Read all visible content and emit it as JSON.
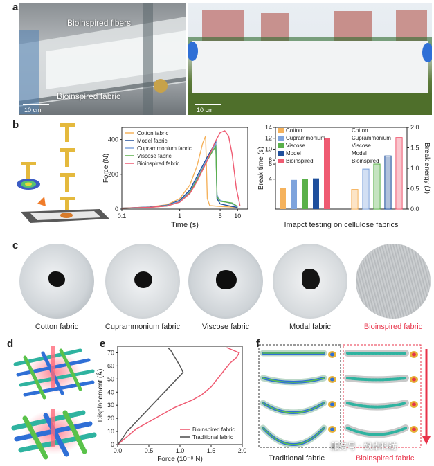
{
  "panel_a": {
    "letter": "a",
    "left_photo": {
      "label_fibers": "Bioinspired fibers",
      "label_fabric": "Bioinspired fabric",
      "scale": "10 cm"
    },
    "right_photo": {
      "scale": "10 cm"
    }
  },
  "panel_b": {
    "letter": "b"
  },
  "panel_c": {
    "letter": "c",
    "fabrics": [
      "Cotton fabric",
      "Cuprammonium fabric",
      "Viscose fabric",
      "Modal fabric",
      "Bioinspired fabric"
    ],
    "highlight_color": "#e8334a"
  },
  "panel_d": {
    "letter": "d"
  },
  "panel_e": {
    "letter": "e"
  },
  "panel_f": {
    "letter": "f",
    "left_label": "Traditional fabric",
    "right_label": "Bioinspired fabric"
  },
  "watermark": "服务号 · 飒卓科纺",
  "chart_data": [
    {
      "id": "force-time",
      "type": "line",
      "xlabel": "Time (s)",
      "ylabel": "Force (N)",
      "xscale": "log",
      "xlim": [
        0.1,
        15
      ],
      "ylim": [
        0,
        470
      ],
      "xticks": [
        0.1,
        1,
        5,
        10
      ],
      "xtick_labels": [
        "0.1",
        "1",
        "5",
        "10"
      ],
      "yticks": [
        0,
        200,
        400
      ],
      "ytick_labels": [
        "0",
        "200",
        "400"
      ],
      "legend_position": "top-left",
      "series": [
        {
          "name": "Cotton fabric",
          "color": "#f5b25c",
          "x": [
            0.1,
            0.3,
            0.6,
            1.0,
            1.5,
            2.0,
            2.5,
            2.8,
            3.0,
            3.3,
            5,
            10
          ],
          "y": [
            5,
            12,
            25,
            60,
            140,
            250,
            380,
            420,
            60,
            20,
            15,
            10
          ]
        },
        {
          "name": "Model fabric",
          "color": "#1f4f9c",
          "x": [
            0.1,
            0.3,
            0.6,
            1.0,
            1.5,
            2.0,
            3.0,
            3.8,
            4.2,
            4.4,
            5,
            8,
            10
          ],
          "y": [
            5,
            12,
            22,
            50,
            110,
            190,
            300,
            360,
            390,
            60,
            30,
            15,
            10
          ]
        },
        {
          "name": "Cuprammonium fabric",
          "color": "#7ea3dc",
          "x": [
            0.1,
            0.3,
            0.6,
            1.0,
            1.5,
            2.0,
            3.0,
            3.8,
            4.2,
            4.4,
            5,
            8,
            10
          ],
          "y": [
            5,
            11,
            20,
            45,
            100,
            180,
            290,
            350,
            380,
            80,
            50,
            30,
            15
          ]
        },
        {
          "name": "Viscose fabric",
          "color": "#5ab04a",
          "x": [
            0.1,
            0.3,
            0.6,
            1.0,
            1.5,
            2.0,
            3.0,
            3.8,
            4.2,
            4.4,
            5,
            8,
            10
          ],
          "y": [
            5,
            10,
            18,
            40,
            95,
            170,
            280,
            340,
            360,
            70,
            45,
            35,
            15
          ]
        },
        {
          "name": "Bioinspired fabric",
          "color": "#ef5b72",
          "x": [
            0.1,
            0.3,
            0.6,
            1.0,
            1.5,
            2.0,
            3.0,
            4.0,
            5.0,
            6.0,
            7.0,
            8.0,
            9.5,
            11
          ],
          "y": [
            5,
            10,
            18,
            40,
            90,
            160,
            280,
            380,
            440,
            450,
            420,
            320,
            120,
            20
          ]
        }
      ]
    },
    {
      "id": "break-bars",
      "type": "bar",
      "xlabel": "Imapct testing on cellulose fabrics",
      "ylabel_left": "Break time (s)",
      "ylabel_right": "Break energy (J)",
      "left_yticks_upper": [
        8,
        10,
        12,
        14
      ],
      "left_yticks_lower": [
        4,
        6
      ],
      "right_yticks": [
        0.0,
        0.5,
        1.0,
        1.5,
        2.0
      ],
      "legend_left": [
        "Cotton",
        "Cuprammonium",
        "Viscose",
        "Model",
        "Bioinspired"
      ],
      "legend_right": [
        "Cotton",
        "Cuprammonium",
        "Viscose",
        "Model",
        "Bioinspired"
      ],
      "series": [
        {
          "name": "Cotton",
          "color": "#f5b25c",
          "break_time": 2.8,
          "break_energy": 0.48
        },
        {
          "name": "Cuprammonium",
          "color": "#7ea3dc",
          "break_time": 3.9,
          "break_energy": 0.98
        },
        {
          "name": "Viscose",
          "color": "#5ab04a",
          "break_time": 4.0,
          "break_energy": 1.1
        },
        {
          "name": "Model",
          "color": "#1f4f9c",
          "break_time": 4.1,
          "break_energy": 1.3
        },
        {
          "name": "Bioinspired",
          "color": "#ef5b72",
          "break_time": 12.0,
          "break_energy": 1.75
        }
      ]
    },
    {
      "id": "displacement-force",
      "type": "line",
      "xlabel": "Force (10⁻⁸ N)",
      "ylabel": "Displacement (Å)",
      "xlim": [
        0,
        2.0
      ],
      "ylim": [
        0,
        75
      ],
      "xticks": [
        0.0,
        0.5,
        1.0,
        1.5,
        2.0
      ],
      "xtick_labels": [
        "0.0",
        "0.5",
        "1.0",
        "1.5",
        "2.0"
      ],
      "yticks": [
        0,
        10,
        20,
        30,
        40,
        50,
        60,
        70
      ],
      "ytick_labels": [
        "0",
        "10",
        "20",
        "30",
        "40",
        "50",
        "60",
        "70"
      ],
      "legend_position": "bottom-right",
      "series": [
        {
          "name": "Bioinspired fabric",
          "color": "#ef5b72",
          "x": [
            0.0,
            0.1,
            0.2,
            0.3,
            0.45,
            0.6,
            0.75,
            0.9,
            1.05,
            1.2,
            1.35,
            1.5,
            1.6,
            1.7,
            1.8,
            1.9,
            1.95,
            1.85,
            1.75
          ],
          "y": [
            0,
            4,
            8,
            12,
            16,
            20,
            24,
            28,
            31,
            34,
            38,
            44,
            50,
            56,
            62,
            66,
            70,
            72,
            74
          ]
        },
        {
          "name": "Traditional fabric",
          "color": "#555555",
          "x": [
            0.0,
            0.08,
            0.15,
            0.25,
            0.35,
            0.45,
            0.55,
            0.65,
            0.75,
            0.85,
            0.95,
            1.05,
            1.0,
            0.95,
            0.9,
            0.85,
            0.8
          ],
          "y": [
            0,
            5,
            10,
            15,
            20,
            25,
            30,
            35,
            40,
            45,
            50,
            55,
            60,
            64,
            68,
            72,
            74
          ]
        }
      ]
    }
  ]
}
